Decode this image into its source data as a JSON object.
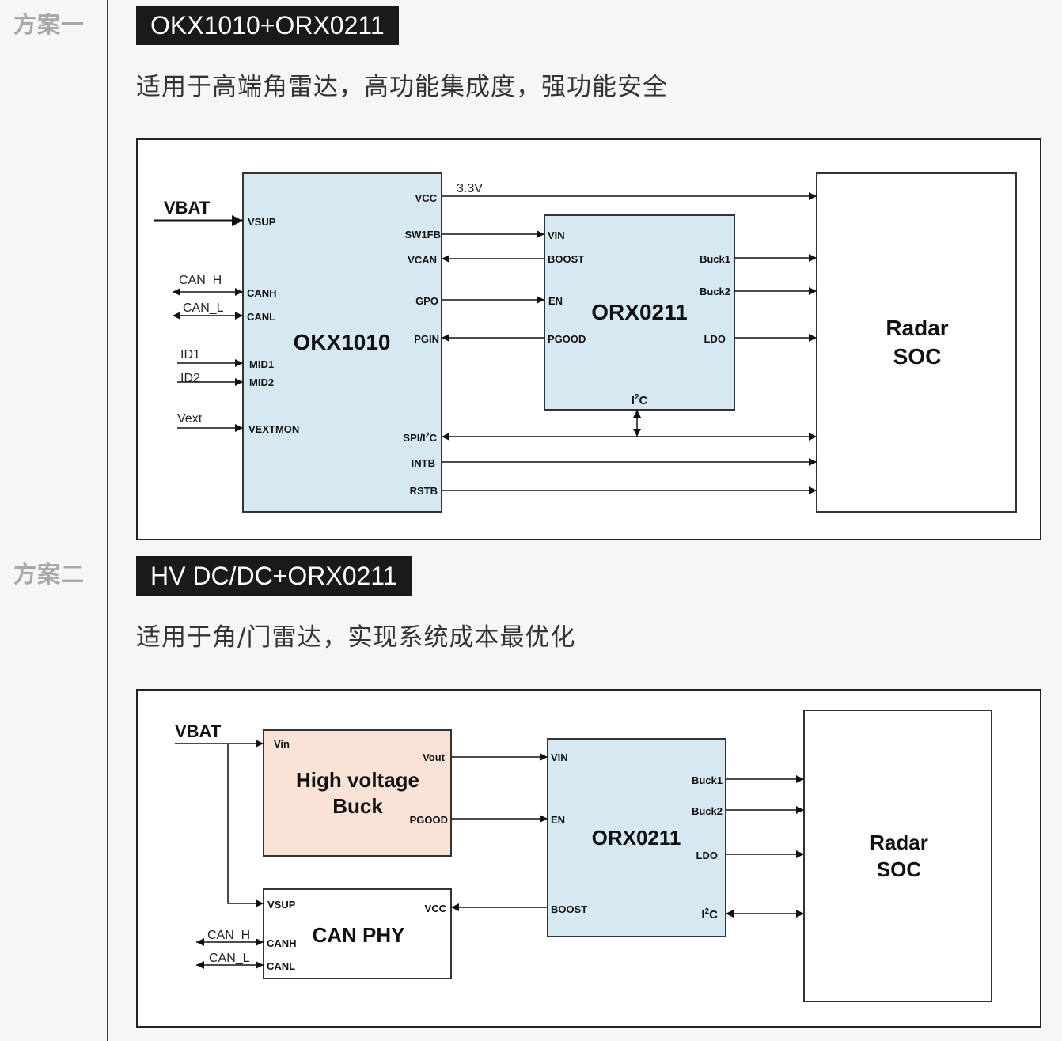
{
  "scheme1": {
    "side_label": "方案一",
    "title": "OKX1010+ORX0211",
    "description": "适用于高端角雷达，高功能集成度，强功能安全",
    "diagram": {
      "vbat": "VBAT",
      "v33": "3.3V",
      "okx_name": "OKX1010",
      "orx_name": "ORX0211",
      "soc_line1": "Radar",
      "soc_line2": "SOC",
      "ext_can_h": "CAN_H",
      "ext_can_l": "CAN_L",
      "ext_id1": "ID1",
      "ext_id2": "ID2",
      "ext_vext": "Vext",
      "okx_vsup": "VSUP",
      "okx_canh": "CANH",
      "okx_canl": "CANL",
      "okx_mid1": "MID1",
      "okx_mid2": "MID2",
      "okx_vextmon": "VEXTMON",
      "okx_vcc": "VCC",
      "okx_sw1fb": "SW1FB",
      "okx_vcan": "VCAN",
      "okx_gpo": "GPO",
      "okx_pgin": "PGIN",
      "okx_spi_prefix": "SPI/I",
      "okx_spi_sup": "2",
      "okx_spi_suffix": "C",
      "okx_intb": "INTB",
      "okx_rstb": "RSTB",
      "orx_vin": "VIN",
      "orx_boost": "BOOST",
      "orx_en": "EN",
      "orx_pgood": "PGOOD",
      "orx_buck1": "Buck1",
      "orx_buck2": "Buck2",
      "orx_ldo": "LDO",
      "orx_i2c_prefix": "I",
      "orx_i2c_sup": "2",
      "orx_i2c_suffix": "C"
    }
  },
  "scheme2": {
    "side_label": "方案二",
    "title": "HV DC/DC+ORX0211",
    "description": "适用于角/门雷达，实现系统成本最优化",
    "diagram": {
      "vbat": "VBAT",
      "buck_line1": "High voltage",
      "buck_line2": "Buck",
      "buck_vin": "Vin",
      "buck_vout": "Vout",
      "buck_pgood": "PGOOD",
      "canphy_name": "CAN PHY",
      "canphy_vsup": "VSUP",
      "canphy_canh": "CANH",
      "canphy_canl": "CANL",
      "canphy_vcc": "VCC",
      "ext_can_h": "CAN_H",
      "ext_can_l": "CAN_L",
      "orx_name": "ORX0211",
      "orx_vin": "VIN",
      "orx_en": "EN",
      "orx_boost": "BOOST",
      "orx_buck1": "Buck1",
      "orx_buck2": "Buck2",
      "orx_ldo": "LDO",
      "orx_i2c_prefix": "I",
      "orx_i2c_sup": "2",
      "orx_i2c_suffix": "C",
      "soc_line1": "Radar",
      "soc_line2": "SOC"
    }
  },
  "colors": {
    "okx_fill": "#d6e9f3",
    "orx_fill": "#d6e9f3",
    "buck_fill": "#f9e3d6",
    "tag_bg": "#1a1a1a",
    "divider": "#3a3a3a"
  }
}
